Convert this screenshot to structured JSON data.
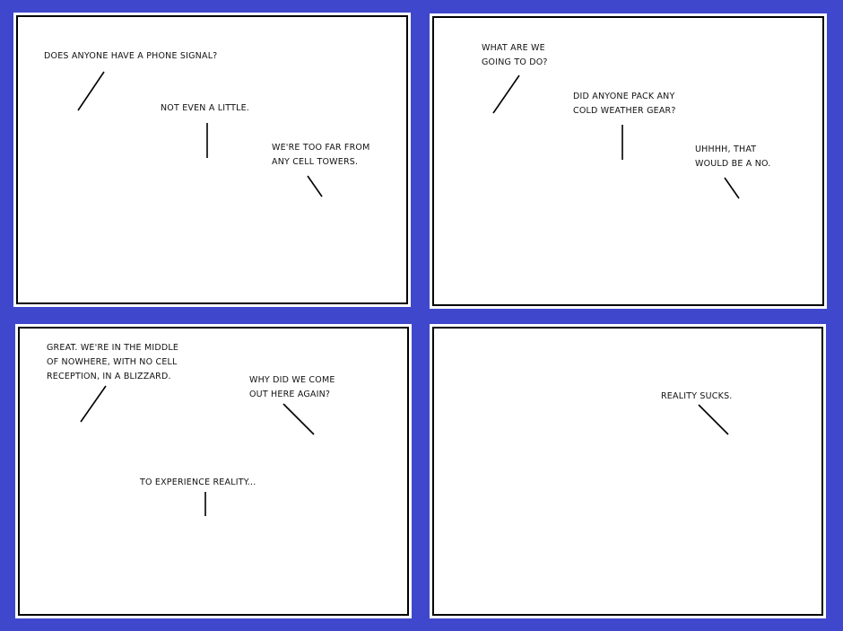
{
  "colors": {
    "background": "#3f48cc",
    "panel": "#ffffff",
    "border": "#000000"
  },
  "panels": [
    {
      "dialogue": [
        "DOES ANYONE HAVE A PHONE SIGNAL?",
        "NOT EVEN A LITTLE.",
        "WE'RE TOO FAR FROM\nANY CELL TOWERS."
      ]
    },
    {
      "dialogue": [
        "WHAT ARE WE\nGOING TO DO?",
        "DID ANYONE PACK ANY\nCOLD WEATHER GEAR?",
        "UHHHH, THAT\nWOULD BE A NO."
      ]
    },
    {
      "dialogue": [
        "GREAT. WE'RE IN THE MIDDLE\nOF NOWHERE, WITH NO CELL\nRECEPTION, IN A BLIZZARD.",
        "WHY DID WE COME\nOUT HERE AGAIN?",
        "TO EXPERIENCE REALITY..."
      ]
    },
    {
      "dialogue": [
        "REALITY SUCKS."
      ]
    }
  ]
}
